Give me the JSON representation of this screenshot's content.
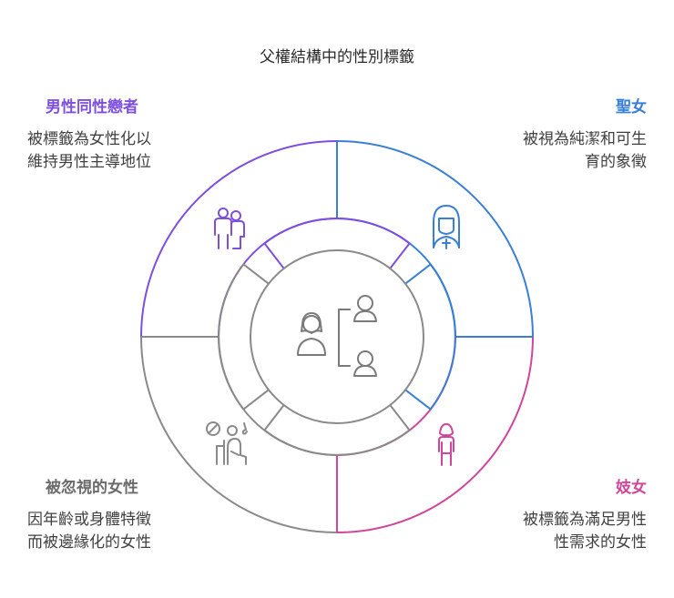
{
  "title": "父權結構中的性別標籤",
  "quadrants": {
    "top_left": {
      "heading": "男性同性戀者",
      "desc_line1": "被標籤為女性化以",
      "desc_line2": "維持男性主導地位",
      "color": "#7d4ee0",
      "icon": "two-people-icon"
    },
    "top_right": {
      "heading": "聖女",
      "desc_line1": "被視為純潔和可生",
      "desc_line2": "育的象徵",
      "color": "#3a7fd6",
      "icon": "nun-icon"
    },
    "bottom_left": {
      "heading": "被忽視的女性",
      "desc_line1": "因年齡或身體特徵",
      "desc_line2": "而被邊緣化的女性",
      "color": "#808080",
      "icon": "ignored-elderly-woman-icon"
    },
    "bottom_right": {
      "heading": "妓女",
      "desc_line1": "被標籤為滿足男性",
      "desc_line2": "性需求的女性",
      "color": "#d0469a",
      "icon": "woman-figure-icon"
    }
  },
  "center": {
    "icon": "woman-to-men-hierarchy-icon"
  }
}
